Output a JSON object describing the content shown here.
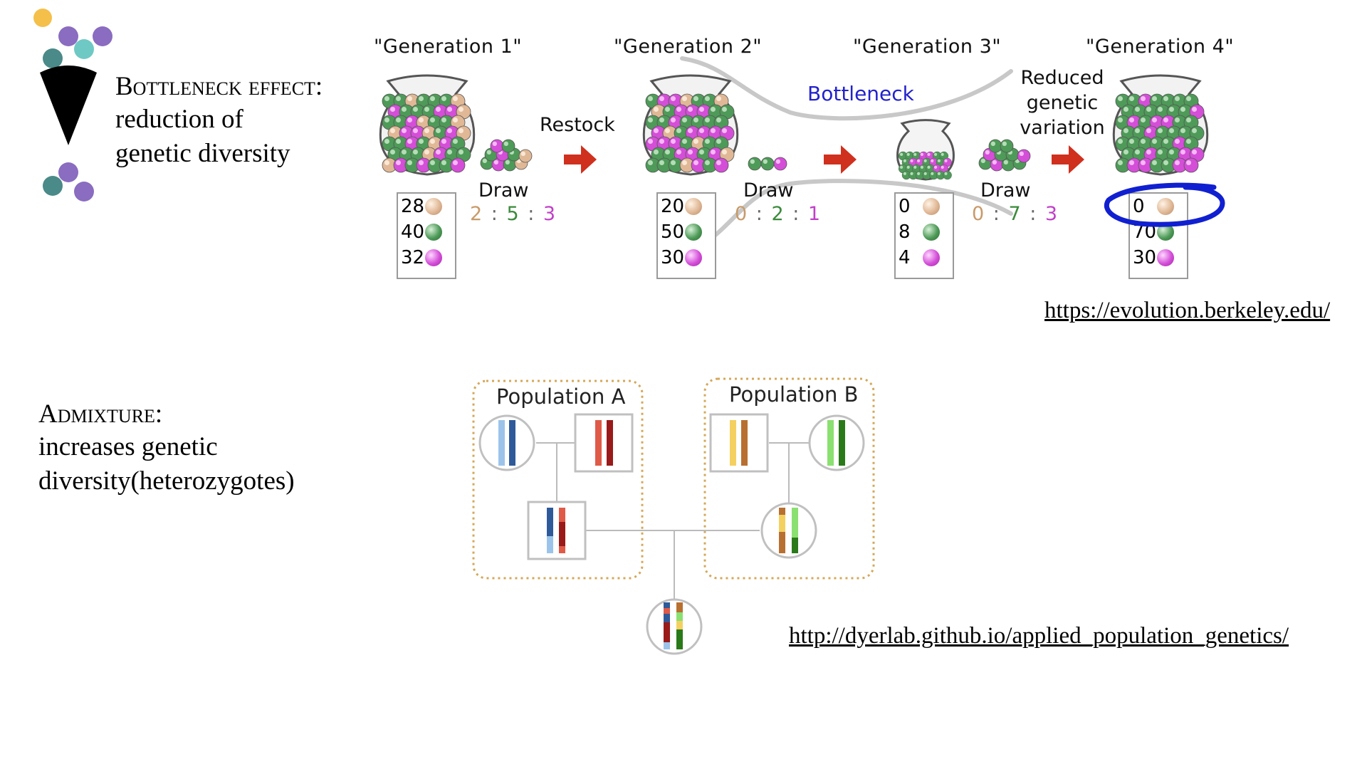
{
  "bottleneck": {
    "title": "Bottleneck effect:",
    "line1": "reduction of",
    "line2": "genetic diversity"
  },
  "admixture": {
    "title": "Admixture:",
    "line1": "increases genetic",
    "line2": "diversity(heterozygotes)"
  },
  "figure1": {
    "generations": [
      "\"Generation 1\"",
      "\"Generation 2\"",
      "\"Generation 3\"",
      "\"Generation 4\""
    ],
    "restock_label": "Restock",
    "bottleneck_label": "Bottleneck",
    "reduced_label_1": "Reduced",
    "reduced_label_2": "genetic",
    "reduced_label_3": "variation",
    "draw_label": "Draw",
    "draws": [
      {
        "tan": "2",
        "green": "5",
        "pink": "3"
      },
      {
        "tan": "0",
        "green": "2",
        "pink": "1"
      },
      {
        "tan": "0",
        "green": "7",
        "pink": "3"
      }
    ],
    "counts": [
      {
        "tan": "28",
        "green": "40",
        "pink": "32"
      },
      {
        "tan": "20",
        "green": "50",
        "pink": "30"
      },
      {
        "tan": "0",
        "green": "8",
        "pink": "4"
      },
      {
        "tan": "0",
        "green": "70",
        "pink": "30"
      }
    ],
    "url": "https://evolution.berkeley.edu/"
  },
  "figure2": {
    "population_a": "Population A",
    "population_b": "Population B",
    "url": "http://dyerlab.github.io/applied_population_genetics/"
  },
  "colors": {
    "tan": "#e0b896",
    "green": "#4e9a58",
    "pink": "#d44ed8",
    "arrow_red": "#d0301e",
    "bottleneck_blue": "#2222cc",
    "circle_blue": "#1020d0",
    "logo_yellow": "#f4c04a",
    "logo_purple": "#8a6cc0",
    "logo_teal": "#4a8a88",
    "logo_cyan": "#6ec9c4"
  }
}
